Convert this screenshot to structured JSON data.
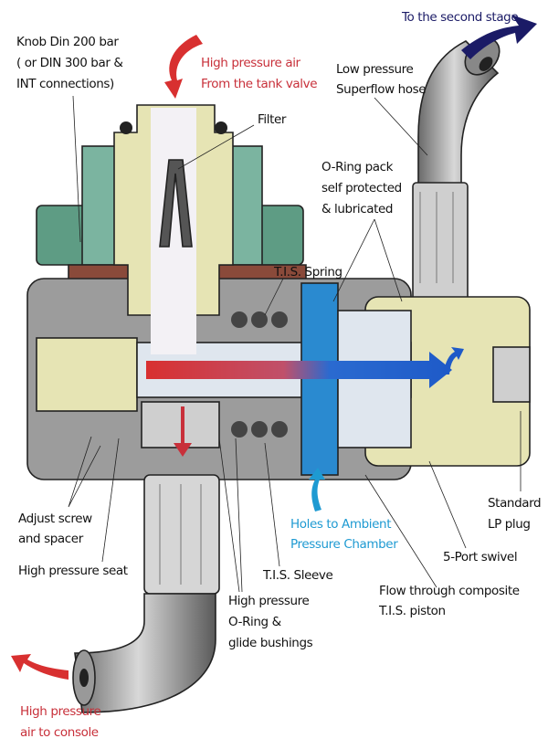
{
  "labels": {
    "knob": [
      "Knob Din 200 bar",
      "( or DIN 300 bar &",
      "INT connections)"
    ],
    "hp_air_in": [
      "High pressure air",
      "From the tank valve"
    ],
    "filter": "Filter",
    "second_stage": "To the second stage",
    "lp_hose": [
      "Low pressure",
      "Superflow hose"
    ],
    "oring_pack": [
      "O-Ring pack",
      "self protected",
      "& lubricated"
    ],
    "tis_spring": "T.I.S. Spring",
    "adjust_screw": [
      "Adjust screw",
      "and spacer"
    ],
    "hp_seat": "High pressure seat",
    "tis_sleeve": "T.I.S. Sleeve",
    "hp_oring": [
      "High pressure",
      "O-Ring &",
      "glide bushings"
    ],
    "holes_ambient": [
      "Holes to Ambient",
      "Pressure Chamber"
    ],
    "lp_plug": [
      "Standard",
      "LP plug"
    ],
    "swivel": "5-Port swivel",
    "piston": [
      "Flow through composite",
      "T.I.S. piston"
    ],
    "hp_console": [
      "High pressure",
      "air to console"
    ]
  },
  "colors": {
    "high_pressure": "#c8303a",
    "low_pressure": "#1e6fd0",
    "ambient": "#1e9ad2",
    "second_stage_arrow": "#1b1b66",
    "knob": "#5e9c84",
    "body": "#9c9c9c",
    "yoke": "#e6e4b4"
  }
}
